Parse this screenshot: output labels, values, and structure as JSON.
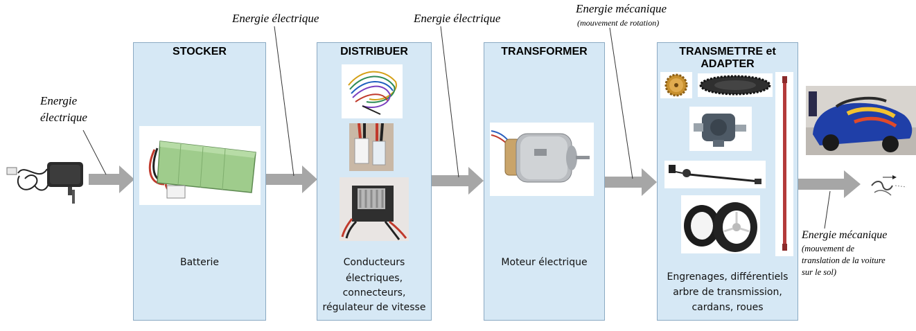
{
  "energy_labels": {
    "input_line1": "Energie",
    "input_line2": "électrique",
    "between_1_2": "Energie électrique",
    "between_2_3": "Energie électrique",
    "between_3_4": "Energie mécanique",
    "between_3_4_sub": "(mouvement de rotation)",
    "output": "Energie mécanique",
    "output_sub_line1": "(mouvement de",
    "output_sub_line2": "translation de la voiture",
    "output_sub_line3": "sur le sol)"
  },
  "blocks": [
    {
      "title": "STOCKER",
      "caption_lines": [
        "Batterie"
      ]
    },
    {
      "title": "DISTRIBUER",
      "caption_lines": [
        "Conducteurs",
        "électriques,",
        "connecteurs,",
        "régulateur de vitesse"
      ]
    },
    {
      "title": "TRANSFORMER",
      "caption_lines": [
        "Moteur électrique"
      ]
    },
    {
      "title_lines": [
        "TRANSMETTRE et",
        "ADAPTER"
      ],
      "caption_lines": [
        "Engrenages, différentiels",
        "arbre de transmission,",
        "cardans, roues"
      ]
    }
  ],
  "icons": {
    "charger": "charger-icon",
    "battery": "battery-pack-icon",
    "wires": "wires-icon",
    "connector": "connector-icon",
    "speed_controller": "speed-controller-icon",
    "motor": "electric-motor-icon",
    "gear": "gear-icon",
    "gearbox": "gearbox-icon",
    "cardan": "cardan-shaft-icon",
    "wheels": "wheels-icon",
    "shaft": "transmission-rod-icon",
    "car": "rc-car-icon",
    "motion": "motion-sketch-icon"
  },
  "colors": {
    "block_fill": "#d6e8f5",
    "block_border": "#8aa9c2",
    "arrow": "#a6a6a6"
  }
}
